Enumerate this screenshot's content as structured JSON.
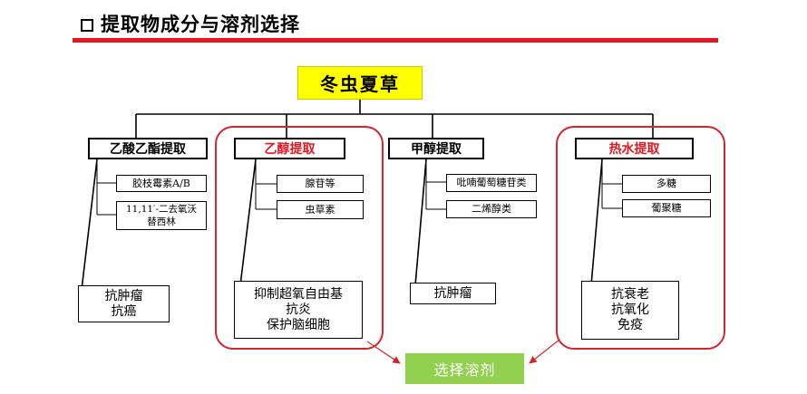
{
  "header": {
    "title": "提取物成分与溶剂选择"
  },
  "root": {
    "label": "冬虫夏草"
  },
  "methods": [
    {
      "label": "乙酸乙酯提取",
      "components": [
        "胶枝霉素A/B",
        "11,11′-二去氧沃\n替西林"
      ],
      "effects": [
        "抗肿瘤",
        "抗癌"
      ]
    },
    {
      "label": "乙醇提取",
      "components": [
        "腺苷等",
        "虫草素"
      ],
      "effects": [
        "抑制超氧自由基",
        "抗炎",
        "保护脑细胞"
      ]
    },
    {
      "label": "甲醇提取",
      "components": [
        "吡喃葡萄糖苷类",
        "二烯醇类"
      ],
      "effects": [
        "抗肿瘤"
      ]
    },
    {
      "label": "热水提取",
      "components": [
        "多糖",
        "葡聚糖"
      ],
      "effects": [
        "抗衰老",
        "抗氧化",
        "免疫"
      ]
    }
  ],
  "solvent": {
    "label": "选择溶剂"
  },
  "colors": {
    "accent_red": "#e8161e",
    "root_fill": "#ffff00",
    "solvent_fill": "#92d050"
  }
}
